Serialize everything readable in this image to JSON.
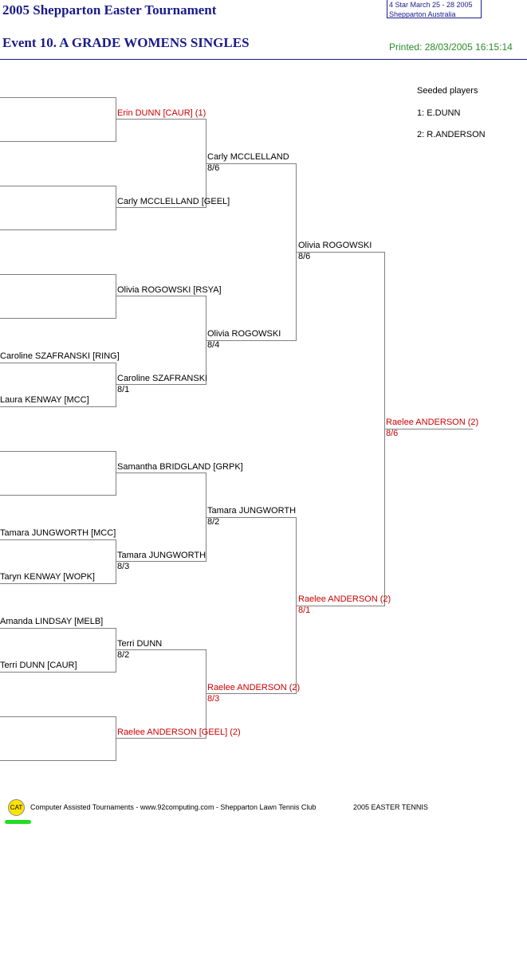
{
  "header": {
    "tournament_title": "2005 Shepparton Easter Tournament",
    "event_title": "Event 10. A GRADE WOMENS SINGLES",
    "info_line1": "4 Star    March 25 - 28 2005",
    "info_line2": "Shepparton    Australia",
    "printed": "Printed: 28/03/2005 16:15:14"
  },
  "seeds": {
    "heading": "Seeded players",
    "items": [
      "1: E.DUNN",
      "2: R.ANDERSON"
    ]
  },
  "round1": [
    {
      "name": "Caroline SZAFRANSKI [RING]"
    },
    {
      "name": "Laura KENWAY [MCC]"
    },
    {
      "name": "Tamara JUNGWORTH [MCC]"
    },
    {
      "name": "Taryn KENWAY [WOPK]"
    },
    {
      "name": "Amanda LINDSAY [MELB]"
    },
    {
      "name": "Terri DUNN [CAUR]"
    }
  ],
  "round2": [
    {
      "name": "Erin DUNN [CAUR] (1)",
      "score": ""
    },
    {
      "name": "Carly MCCLELLAND [GEEL]",
      "score": ""
    },
    {
      "name": "Olivia ROGOWSKI [RSYA]",
      "score": ""
    },
    {
      "name": "Caroline SZAFRANSKI",
      "score": "8/1"
    },
    {
      "name": "Samantha BRIDGLAND [GRPK]",
      "score": ""
    },
    {
      "name": "Tamara JUNGWORTH",
      "score": "8/3"
    },
    {
      "name": "Terri DUNN",
      "score": "8/2"
    },
    {
      "name": "Raelee ANDERSON [GEEL] (2)",
      "score": ""
    }
  ],
  "round3": [
    {
      "name": "Carly MCCLELLAND",
      "score": "8/6"
    },
    {
      "name": "Olivia ROGOWSKI",
      "score": "8/4"
    },
    {
      "name": "Tamara JUNGWORTH",
      "score": "8/2"
    },
    {
      "name": "Raelee ANDERSON (2)",
      "score": "8/3"
    }
  ],
  "round4": [
    {
      "name": "Olivia ROGOWSKI",
      "score": "8/6"
    },
    {
      "name": "Raelee ANDERSON (2)",
      "score": "8/1"
    }
  ],
  "final": {
    "name": "Raelee ANDERSON (2)",
    "score": "8/6"
  },
  "footer": {
    "logo_text": "CAT",
    "credit": "Computer Assisted Tournaments - www.92computing.com -   Shepparton Lawn Tennis Club",
    "event": "2005 EASTER TENNIS"
  },
  "colors": {
    "title": "#1a1a8c",
    "seed_highlight": "#cc0000",
    "printed": "#2a8c2a",
    "lines": "#808080"
  }
}
